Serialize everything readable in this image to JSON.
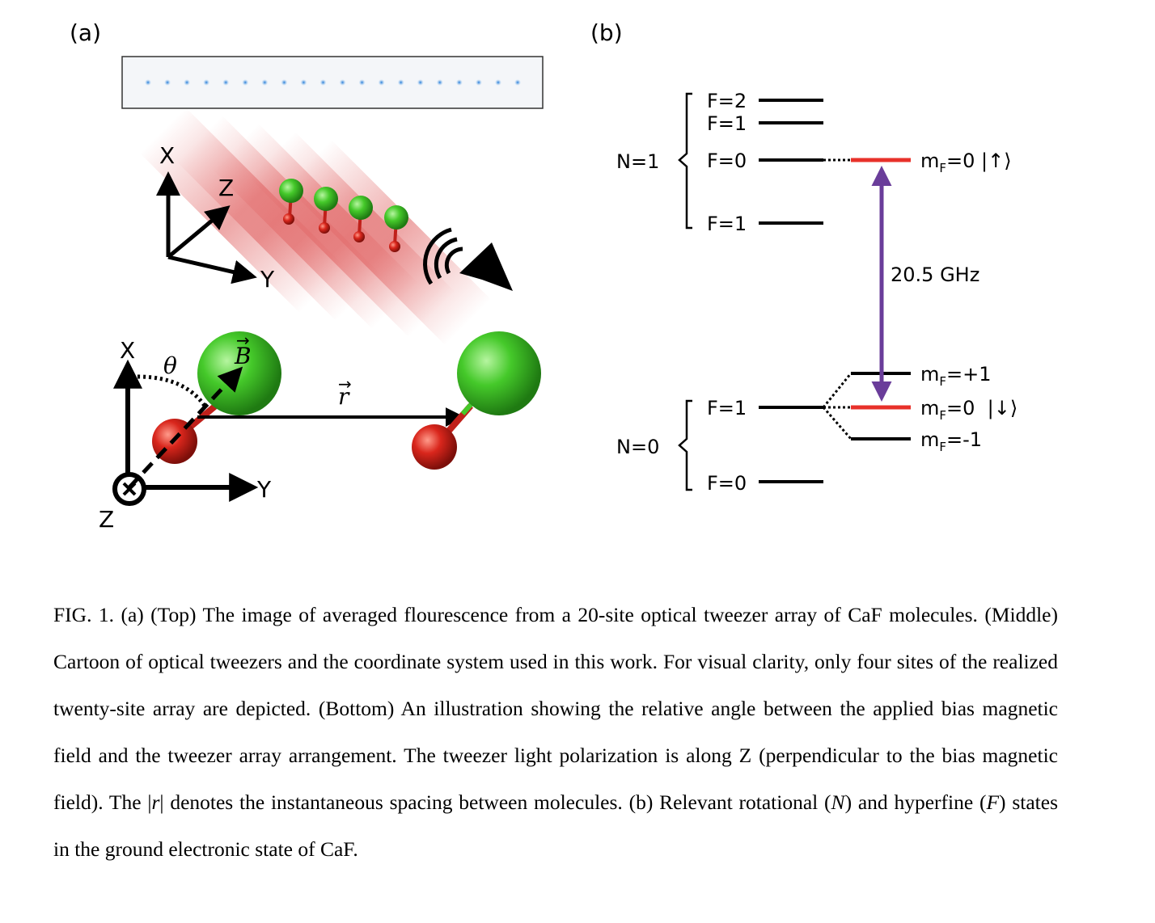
{
  "panel_a": {
    "label": "(a)",
    "axes_mid": {
      "x": "X",
      "y": "Y",
      "z": "Z"
    },
    "axes_bottom": {
      "x": "X",
      "y": "Y",
      "z": "Z"
    },
    "theta": "θ",
    "b_vec": "B",
    "r_vec": "r"
  },
  "panel_b": {
    "label": "(b)",
    "n1_label": "N=1",
    "n0_label": "N=0",
    "n1_levels": [
      "F=2",
      "F=1",
      "F=0",
      "F=1"
    ],
    "n0_levels": [
      "F=1",
      "F=0"
    ],
    "up_state": "m",
    "up_sub": "F",
    "up_rest": "=0 |↑⟩",
    "mf_plus": "=+1",
    "mf_zero": "=0  |↓⟩",
    "mf_minus": "=-1",
    "transition": "20.5 GHz",
    "colors": {
      "red": "#e8312a",
      "purple": "#6a3d9a"
    }
  },
  "caption": {
    "p1": "FIG. 1. (a) (Top) The image of averaged flourescence from a 20-site optical tweezer array of CaF molecules. (Middle) Cartoon of optical tweezers and the coordinate system used in this work. For visual clarity, only four sites of the realized twenty-site array are depicted. (Bottom) An illustration showing the relative angle between the applied bias magnetic field and the tweezer array arrangement. The tweezer light polarization is along Z (perpendicular to the bias magnetic field). The |",
    "rvec": "r",
    "p2": "| denotes the instantaneous spacing between molecules. (b) Relevant rotational (",
    "N": "N",
    "p3": ") and hyperfine (",
    "F": "F",
    "p4": ") states in the ground electronic state of CaF."
  }
}
